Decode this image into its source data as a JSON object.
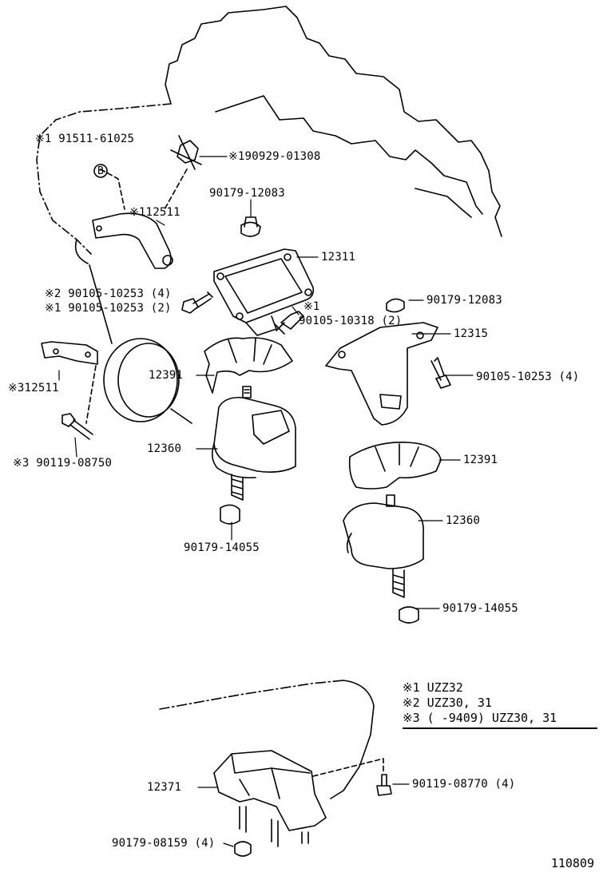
{
  "diagram": {
    "callouts": [
      {
        "id": "c1",
        "text": "※1 91511-61025"
      },
      {
        "id": "c2",
        "text": "※190929-01308"
      },
      {
        "id": "c3",
        "text": "90179-12083"
      },
      {
        "id": "c4",
        "text": "※112511"
      },
      {
        "id": "c5",
        "text": "12311"
      },
      {
        "id": "c6",
        "text": "※2 90105-10253 (4)"
      },
      {
        "id": "c7",
        "text": "※1 90105-10253 (2)"
      },
      {
        "id": "c8",
        "text": "90179-12083"
      },
      {
        "id": "c9",
        "text": "※1"
      },
      {
        "id": "c10",
        "text": "90105-10318 (2)"
      },
      {
        "id": "c11",
        "text": "12315"
      },
      {
        "id": "c12",
        "text": "12391"
      },
      {
        "id": "c13",
        "text": "90105-10253 (4)"
      },
      {
        "id": "c14",
        "text": "※312511"
      },
      {
        "id": "c15",
        "text": "12360"
      },
      {
        "id": "c16",
        "text": "※3 90119-08750"
      },
      {
        "id": "c17",
        "text": "12391"
      },
      {
        "id": "c18",
        "text": "90179-14055"
      },
      {
        "id": "c19",
        "text": "12360"
      },
      {
        "id": "c20",
        "text": "90179-14055"
      },
      {
        "id": "c21",
        "text": "12371"
      },
      {
        "id": "c22",
        "text": "90119-08770 (4)"
      },
      {
        "id": "c23",
        "text": "90179-08159 (4)"
      }
    ],
    "marker_b": "B",
    "legend": [
      "※1 UZZ32",
      "※2 UZZ30, 31",
      "※3 (       -9409) UZZ30, 31"
    ],
    "diagram_code": "110809"
  }
}
